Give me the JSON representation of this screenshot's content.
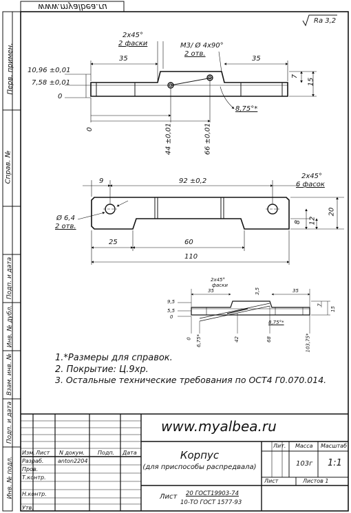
{
  "header": {
    "url_mirrored": "www.myalbea.ru",
    "roughness": "Ra 3,2"
  },
  "side_labels": [
    "Перв. примен.",
    "Справ. №",
    "Подп. и дата",
    "Инв. № дубл.",
    "Взам. инв. №",
    "Подп. и дата",
    "Инв. № подл."
  ],
  "view1": {
    "chamfer_note": [
      "2x45°",
      "2 фаски"
    ],
    "thread_note": [
      "M3/ Ø 4x90°",
      "2 отв."
    ],
    "dim_left": "35",
    "dim_right": "35",
    "dim_7": "7",
    "dim_15": "15",
    "level_10_96": "10,96 ±0,01",
    "level_7_58": "7,58 ±0,01",
    "level_0": "0",
    "angle": "8,75°*",
    "x_0": "0",
    "x_44": "44 ±0,01",
    "x_66": "66 ±0,01"
  },
  "view2": {
    "dim_9": "9",
    "dim_92": "92 ±0,2",
    "chamfer_note": [
      "2x45°",
      "6 фасок"
    ],
    "hole_note": [
      "Ø 6,4",
      "2 отв."
    ],
    "dim_8": "8",
    "dim_12": "12",
    "dim_20": "20",
    "dim_25": "25",
    "dim_60": "60",
    "dim_110": "110"
  },
  "view3": {
    "chamfer_note": [
      "2x45°",
      "фаски"
    ],
    "dim_35a": "35",
    "dim_35b": "35",
    "dim_3_5": "3,5",
    "dim_9_5": "9,5",
    "dim_5_5": "5,5",
    "dim_0": "0",
    "dim_7": "7",
    "dim_15": "15",
    "angle": "8,75°*",
    "x_0": "0",
    "x_6_75": "6,75*",
    "x_42": "42",
    "x_68": "68",
    "x_103_75": "103,75*"
  },
  "notes": [
    "1.*Размеры для справок.",
    "2. Покрытие: Ц.9хр.",
    "3. Остальные технические требования по ОСТ4 Г0.070.014."
  ],
  "title_block": {
    "website": "www.myalbea.ru",
    "part_name": "Корпус",
    "part_subtitle": "(для приспособы распредвала)",
    "col_izm": "Изм.",
    "col_list": "Лист",
    "col_doc": "N докум.",
    "col_sign": "Подп.",
    "col_date": "Дата",
    "row_razrab": "Разраб.",
    "razrab_name": "anton2204",
    "row_prov": "Пров.",
    "row_tkontr": "Т.контр.",
    "row_nkontr": "Н.контр.",
    "row_utv": "Утв.",
    "lit_label": "Лит.",
    "mass_label": "Масса",
    "scale_label": "Масштаб",
    "mass_value": "103г",
    "scale_value": "1:1",
    "sheet_label": "Лист",
    "sheets_label": "Листов 1",
    "material_prefix": "Лист",
    "material_line1": "20 ГОСТ19903-74",
    "material_line2": "10-ТО ГОСТ 1577-93"
  }
}
